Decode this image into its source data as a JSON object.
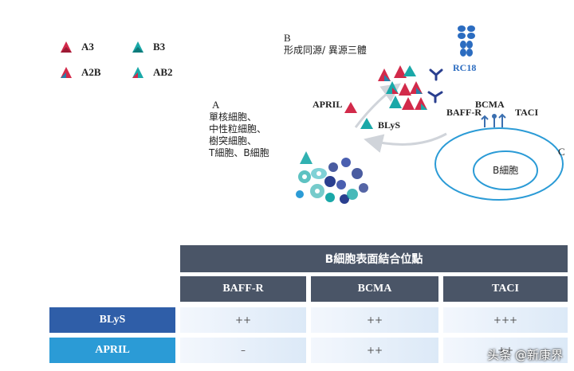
{
  "legend": [
    {
      "label": "A3",
      "color": "#d22a4a"
    },
    {
      "label": "B3",
      "color": "#1aa8a8"
    },
    {
      "label": "A2B",
      "color": "#c23a5a"
    },
    {
      "label": "AB2",
      "color": "#2a9aa8"
    }
  ],
  "section_b": {
    "letter": "B",
    "text": "形成同源/ 異源三體"
  },
  "section_a": {
    "letter": "A",
    "lines": [
      "單核細胞、",
      "中性粒細胞、",
      "樹突細胞、",
      "T細胞、B細胞"
    ]
  },
  "section_c": {
    "letter": "C"
  },
  "labels": {
    "april": "APRIL",
    "blys": "BLyS",
    "rc18": "RC18",
    "baffr": "BAFF-R",
    "bcma": "BCMA",
    "taci": "TACI",
    "bcell": "B細胞"
  },
  "colors": {
    "red": "#d22a4a",
    "teal": "#1aa8a8",
    "navy": "#2a3f8f",
    "ring": "#2b9bd6"
  },
  "table": {
    "title": "B細胞表面結合位點",
    "columns": [
      "BAFF-R",
      "BCMA",
      "TACI"
    ],
    "rows": [
      {
        "label": "BLyS",
        "values": [
          "++",
          "++",
          "+++"
        ]
      },
      {
        "label": "APRIL",
        "values": [
          "–",
          "++",
          "++"
        ]
      }
    ]
  },
  "watermark": "头条 @新康界"
}
